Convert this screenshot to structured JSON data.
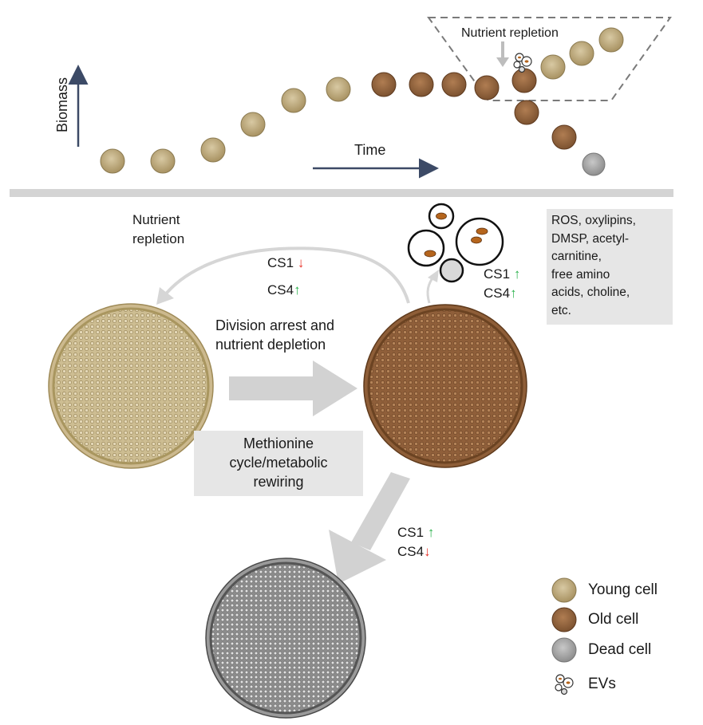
{
  "top_panel": {
    "y_axis_label": "Biomass",
    "x_axis_label": "Time",
    "inset_label": "Nutrient repletion"
  },
  "bottom_panel": {
    "loop_label_line1": "Nutrient",
    "loop_label_line2": "repletion",
    "cs_top_1": "CS1",
    "cs_top_4": "CS4",
    "center_label_line1": "Division arrest and",
    "center_label_line2": "nutrient depletion",
    "rewiring_line1": "Methionine",
    "rewiring_line2": "cycle/metabolic",
    "rewiring_line3": "rewiring",
    "cs_right_1": "CS1",
    "cs_right_4": "CS4",
    "cs_bottom_1": "CS1",
    "cs_bottom_4": "CS4",
    "metabolites": [
      "ROS, oxylipins,",
      "DMSP, acetyl-",
      "carnitine,",
      "free amino",
      "acids, choline,",
      "etc."
    ]
  },
  "arrows": {
    "up": "↑",
    "down": "↓"
  },
  "legend": {
    "young": "Young cell",
    "old": "Old cell",
    "dead": "Dead cell",
    "evs": "EVs"
  },
  "colors": {
    "young": "#c8b78e",
    "old": "#9a6a42",
    "dead": "#a8a8a8",
    "axis": "#3c4a66",
    "up_arrow": "#2bb24c",
    "down_arrow": "#e8332a",
    "ev_dot": "#b5651d"
  }
}
